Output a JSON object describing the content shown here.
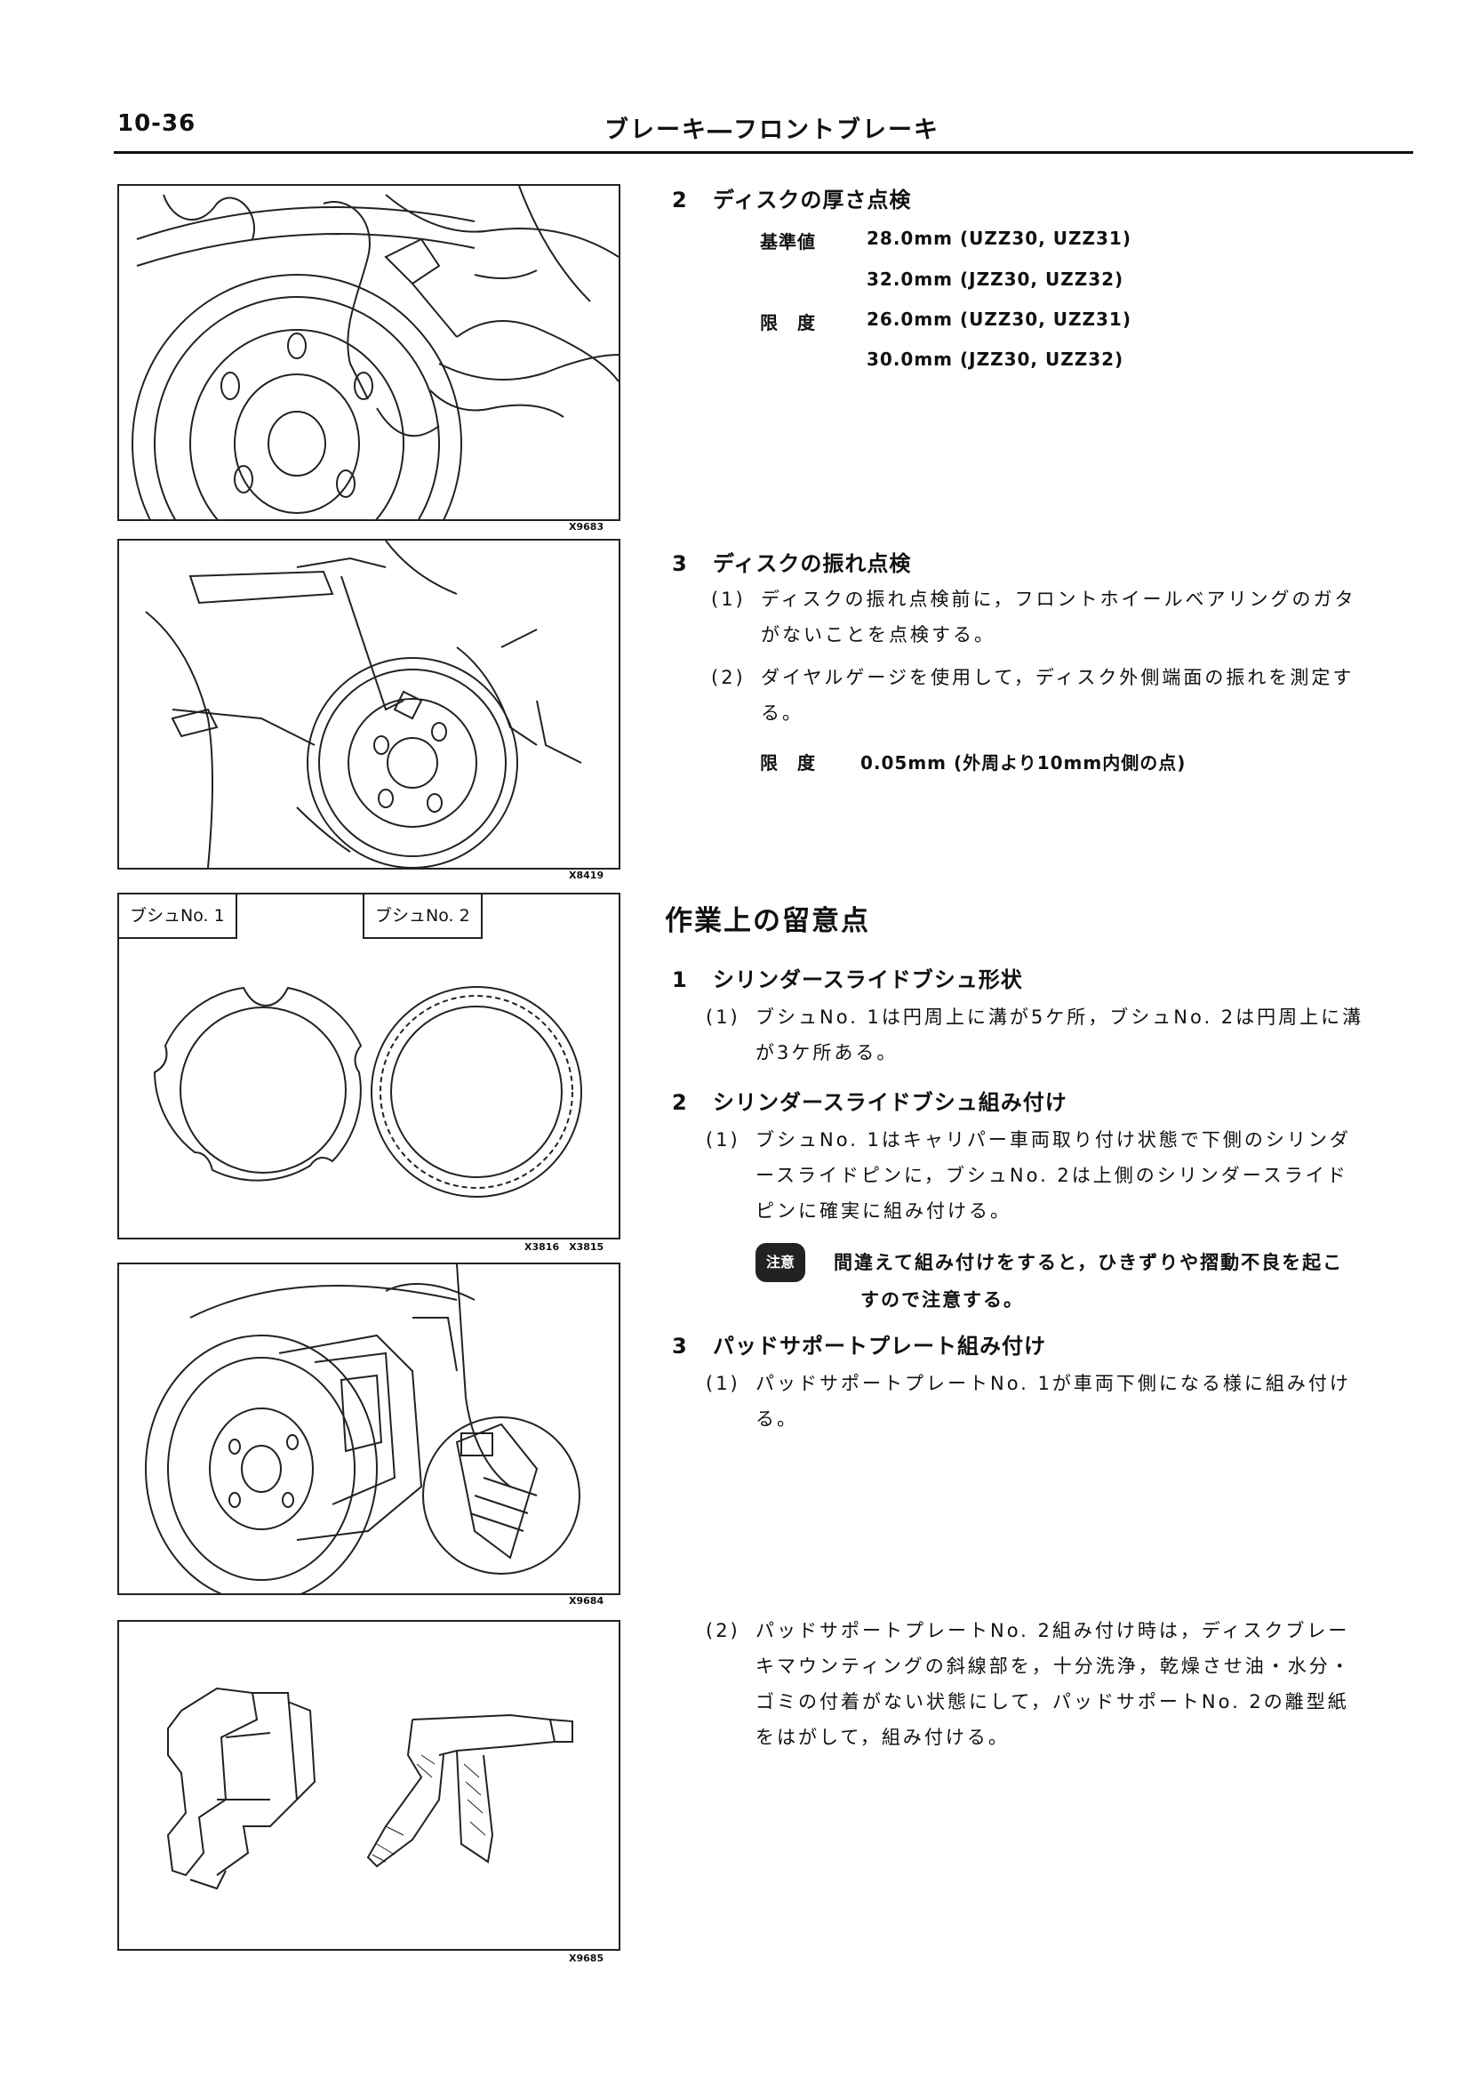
{
  "header": {
    "page_number": "10-36",
    "title": "ブレーキ―フロントブレーキ"
  },
  "figures": {
    "fig1_code": "X9683",
    "fig2_code": "X8419",
    "fig3_code": "X3816　X3815",
    "fig3_label_1": "ブシュNo. 1",
    "fig3_label_2": "ブシュNo. 2",
    "fig4_code": "X9684",
    "fig5_code": "X9685"
  },
  "sec2": {
    "num": "2",
    "title": "ディスクの厚さ点検",
    "std_label": "基準値",
    "std_1": "28.0mm (UZZ30, UZZ31)",
    "std_2": "32.0mm (JZZ30, UZZ32)",
    "lim_label": "限　度",
    "lim_1": "26.0mm (UZZ30, UZZ31)",
    "lim_2": "30.0mm (JZZ30, UZZ32)"
  },
  "sec3": {
    "num": "3",
    "title": "ディスクの振れ点検",
    "p1_num": "(1)",
    "p1_l1": "ディスクの振れ点検前に，フロントホイールベアリングのガタ",
    "p1_l2": "がないことを点検する。",
    "p2_num": "(2)",
    "p2_l1": "ダイヤルゲージを使用して，ディスク外側端面の振れを測定す",
    "p2_l2": "る。",
    "lim_label": "限　度",
    "lim_value": "0.05mm (外周より10mm内側の点)"
  },
  "notes": {
    "title": "作業上の留意点",
    "i1_num": "1",
    "i1_title": "シリンダースライドブシュ形状",
    "i1_p1_num": "(1)",
    "i1_p1_l1": "ブシュNo. 1は円周上に溝が5ケ所，ブシュNo. 2は円周上に溝",
    "i1_p1_l2": "が3ケ所ある。",
    "i2_num": "2",
    "i2_title": "シリンダースライドブシュ組み付け",
    "i2_p1_num": "(1)",
    "i2_p1_l1": "ブシュNo. 1はキャリパー車両取り付け状態で下側のシリンダ",
    "i2_p1_l2": "ースライドピンに，ブシュNo. 2は上側のシリンダースライド",
    "i2_p1_l3": "ピンに確実に組み付ける。",
    "caution_badge": "注意",
    "caution_l1": "間違えて組み付けをすると，ひきずりや摺動不良を起こ",
    "caution_l2": "すので注意する。",
    "i3_num": "3",
    "i3_title": "パッドサポートプレート組み付け",
    "i3_p1_num": "(1)",
    "i3_p1_l1": "パッドサポートプレートNo. 1が車両下側になる様に組み付け",
    "i3_p1_l2": "る。",
    "i3_p2_num": "(2)",
    "i3_p2_l1": "パッドサポートプレートNo. 2組み付け時は，ディスクブレー",
    "i3_p2_l2": "キマウンティングの斜線部を，十分洗浄，乾燥させ油・水分・",
    "i3_p2_l3": "ゴミの付着がない状態にして，パッドサポートNo. 2の離型紙",
    "i3_p2_l4": "をはがして，組み付ける。"
  }
}
